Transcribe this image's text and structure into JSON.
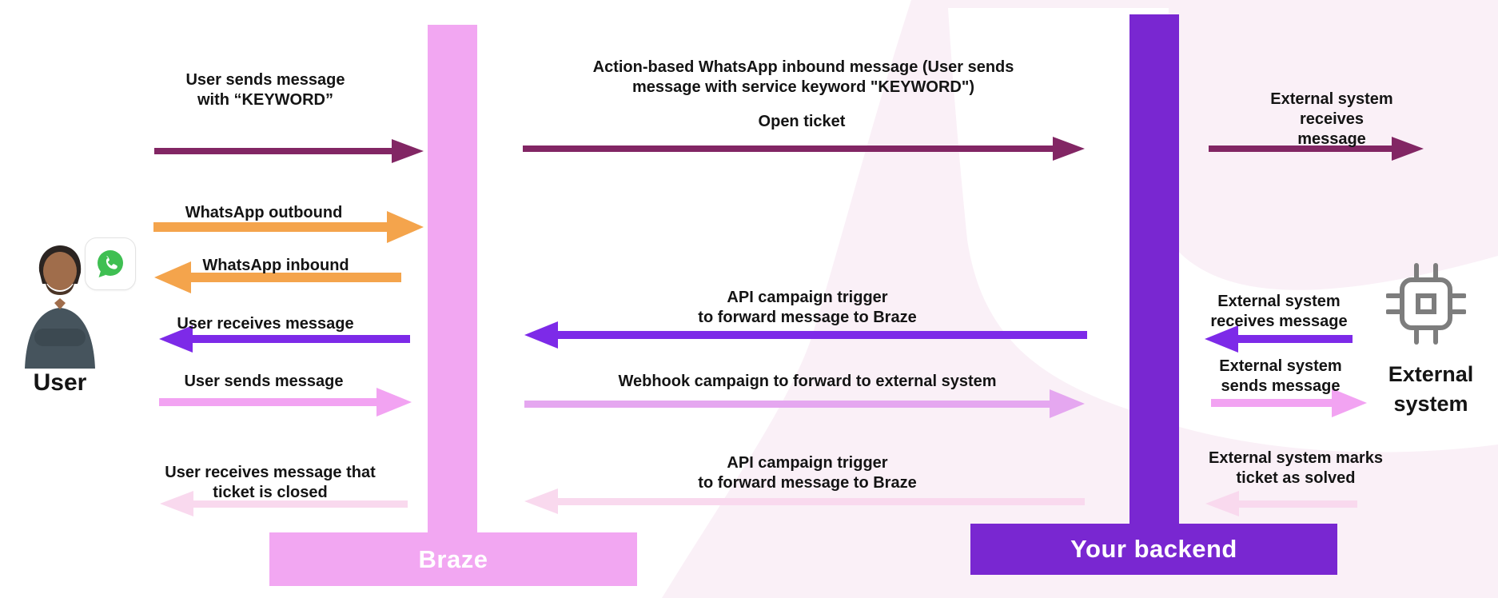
{
  "colors": {
    "maroon": "#822664",
    "orange": "#F4A44C",
    "purple": "#7D2AE8",
    "purple-bar": "#7927D1",
    "pink": "#F2A3F2",
    "pink-bar": "#F2A7F2",
    "webhook": "#E5A7F0",
    "lightpink": "#F9D9EE",
    "blob": "#FAF0F7",
    "chip": "#7D7D7D",
    "whatsapp-green": "#3FBF52",
    "text": "#141414",
    "bar-text": "#FFFFFF"
  },
  "entities": {
    "user": {
      "label": "User"
    },
    "braze": {
      "label": "Braze"
    },
    "backend": {
      "label": "Your backend"
    },
    "external": {
      "label": "External\nsystem"
    }
  },
  "flows": {
    "left": [
      {
        "label": "User sends message\nwith “KEYWORD”",
        "direction": "right",
        "color": "maroon"
      },
      {
        "label": "WhatsApp outbound",
        "direction": "right",
        "color": "orange"
      },
      {
        "label": "WhatsApp inbound",
        "direction": "left",
        "color": "orange"
      },
      {
        "label": "User receives message",
        "direction": "left",
        "color": "purple"
      },
      {
        "label": "User sends message",
        "direction": "right",
        "color": "pink"
      },
      {
        "label": "User receives message that\nticket is closed",
        "direction": "left",
        "color": "lightpink"
      }
    ],
    "middle": [
      {
        "label": "Action-based WhatsApp inbound message (User sends\nmessage with service keyword \"KEYWORD\")",
        "sublabel": "Open ticket",
        "direction": "right",
        "color": "maroon"
      },
      {
        "label": "API campaign trigger\nto forward message to Braze",
        "direction": "left",
        "color": "purple"
      },
      {
        "label": "Webhook campaign to forward to external system",
        "direction": "right",
        "color": "webhook"
      },
      {
        "label": "API campaign trigger\nto forward message to Braze",
        "direction": "left",
        "color": "lightpink"
      }
    ],
    "right": [
      {
        "label": "External system receives\nmessage",
        "direction": "right",
        "color": "maroon"
      },
      {
        "label": "External system\nreceives message",
        "direction": "left",
        "color": "purple"
      },
      {
        "label": "External system\nsends message",
        "direction": "right",
        "color": "pink"
      },
      {
        "label": "External system marks\nticket as solved",
        "direction": "left",
        "color": "lightpink"
      }
    ]
  }
}
